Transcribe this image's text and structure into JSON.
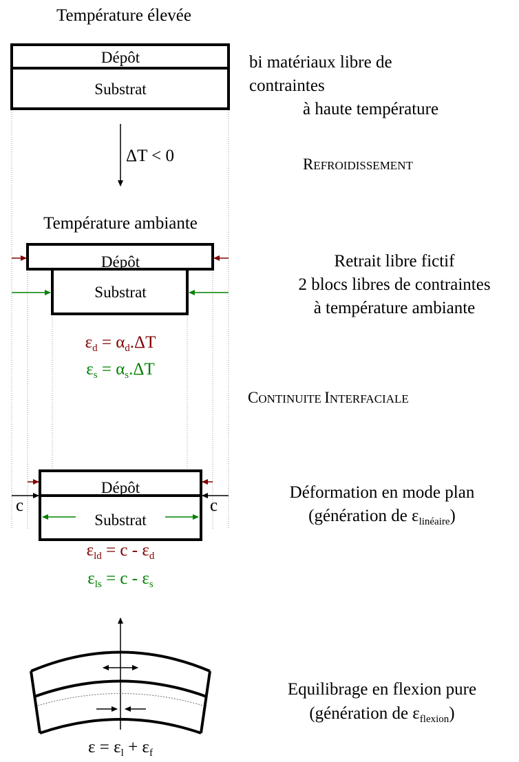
{
  "colors": {
    "ink": "#000000",
    "deposit": "#800000",
    "substrate": "#008000"
  },
  "stage1": {
    "title": "Température élevée",
    "depot_label": "Dépôt",
    "substrat_label": "Substrat",
    "caption_line1": "bi matériaux libre de",
    "caption_line2": "contraintes",
    "caption_line3": "à haute température"
  },
  "cooling": {
    "delta": "ΔT < 0",
    "label_cap1": "R",
    "label_rest1": "EFROIDISSEMENT"
  },
  "stage2": {
    "title": "Température ambiante",
    "depot_label": "Dépôt",
    "substrat_label": "Substrat",
    "caption_line1": "Retrait libre fictif",
    "caption_line2": "2 blocs libres de contraintes",
    "caption_line3": "à température ambiante",
    "eq_d": {
      "eps": "ε",
      "sub1": "d",
      "mid": " = α",
      "sub2": "d",
      "tail": ".ΔT"
    },
    "eq_s": {
      "eps": "ε",
      "sub1": "s",
      "mid": " = α",
      "sub2": "s",
      "tail": ".ΔT"
    }
  },
  "continuity": {
    "cap1": "C",
    "rest1": "ONTINUITE ",
    "cap2": "I",
    "rest2": "NTERFACIALE"
  },
  "stage3": {
    "depot_label": "Dépôt",
    "substrat_label": "Substrat",
    "c_left": "c",
    "c_right": "c",
    "caption_line1": "Déformation en mode plan",
    "caption_pre": "(génération de ε",
    "caption_sub": "linéaire",
    "caption_post": ")",
    "eq_ld": {
      "eps": "ε",
      "sub": "ld",
      "tail": " = c - ε",
      "sub2": "d"
    },
    "eq_ls": {
      "eps": "ε",
      "sub": "ls",
      "tail": " = c - ε",
      "sub2": "s"
    }
  },
  "stage4": {
    "caption_line1": "Equilibrage en flexion pure",
    "caption_pre": "(génération de ε",
    "caption_sub": "flexion",
    "caption_post": ")",
    "eq": {
      "lhs": "ε = ε",
      "sub1": "l",
      "mid": " + ε",
      "sub2": "f"
    }
  }
}
